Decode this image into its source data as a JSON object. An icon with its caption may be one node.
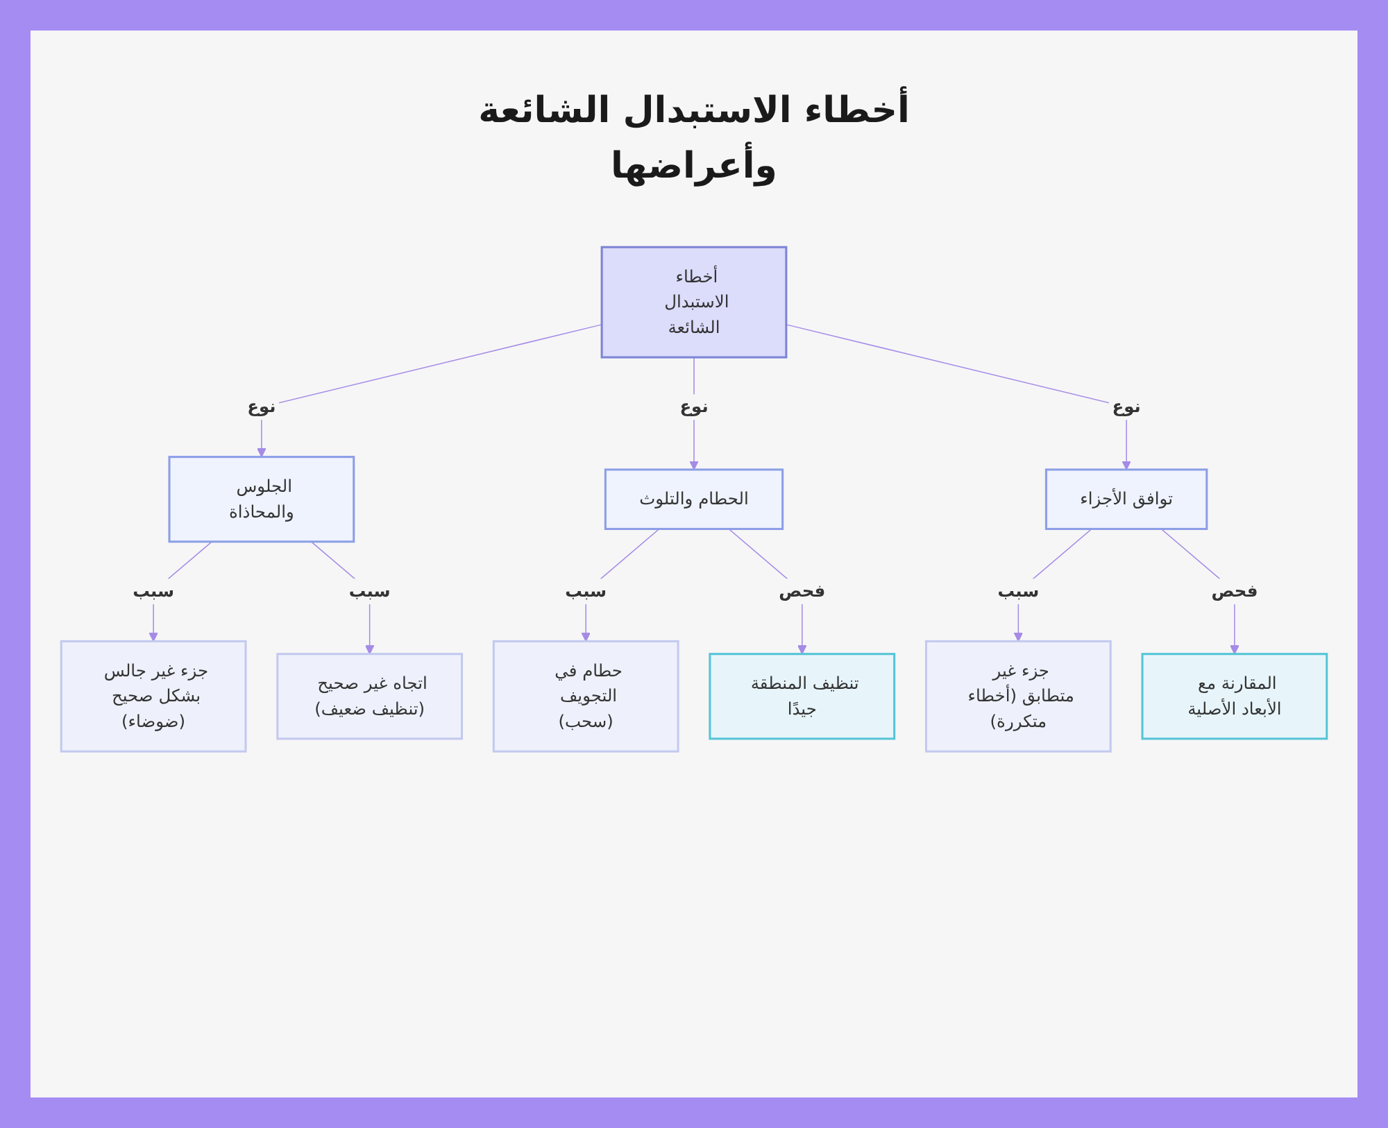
{
  "diagram": {
    "title": "أخطاء الاستبدال الشائعة وأعراضها",
    "nodes": [
      {
        "text": [
          "أخطاء الاستبدال الشائعة"
        ]
      },
      {
        "text": [
          "الجلوس والمحاذاة"
        ]
      },
      {
        "text": [
          "الحطام والتلوث"
        ]
      },
      {
        "text": [
          "توافق الأجزاء"
        ]
      },
      {
        "text": [
          "جزء غير جالس بشكل صحيح (ضوضاء)"
        ]
      },
      {
        "text": [
          "اتجاه غير صحيح (تنظيف ضعيف)"
        ]
      },
      {
        "text": [
          "حطام في التجويف (سحب)"
        ]
      },
      {
        "text": [
          "تنظيف المنطقة جيدًا"
        ]
      },
      {
        "text": [
          "جزء غير متطابق (أخطاء متكررة)"
        ]
      },
      {
        "text": [
          "المقارنة مع الأبعاد الأصلية"
        ]
      }
    ],
    "edges": [
      {
        "from": 0,
        "to": 1,
        "arrow": "to",
        "label": "نوع"
      },
      {
        "from": 0,
        "to": 2,
        "arrow": "to",
        "label": "نوع"
      },
      {
        "from": 0,
        "to": 3,
        "arrow": "to",
        "label": "نوع"
      },
      {
        "from": 1,
        "to": 4,
        "arrow": "to",
        "label": "سبب"
      },
      {
        "from": 1,
        "to": 5,
        "arrow": "to",
        "label": "سبب"
      },
      {
        "from": 2,
        "to": 6,
        "arrow": "to",
        "label": "سبب"
      },
      {
        "from": 2,
        "to": 7,
        "arrow": "to",
        "label": "فحص"
      },
      {
        "from": 3,
        "to": 8,
        "arrow": "to",
        "label": "سبب"
      },
      {
        "from": 3,
        "to": 9,
        "arrow": "to",
        "label": "فحص"
      }
    ]
  }
}
